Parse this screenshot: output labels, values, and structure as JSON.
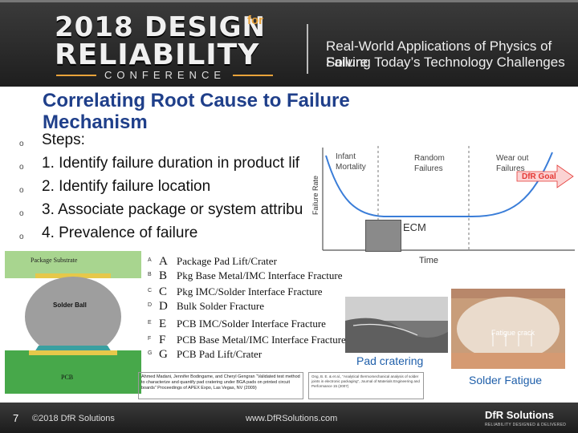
{
  "banner": {
    "year": "2018",
    "design": "DESIGN",
    "for": "for",
    "reliability": "RELIABILITY",
    "conference": "CONFERENCE",
    "tagline1": "Real-World Applications of Physics of Failure",
    "tagline2": "Solving Today’s Technology Challenges",
    "colors": {
      "accent": "#e8a23a",
      "banner_bg": "#2a2a2a"
    }
  },
  "title": "Correlating Root Cause to Failure Mechanism",
  "bullets": [
    {
      "marker": "o",
      "text": "Steps:"
    },
    {
      "marker": "o",
      "text": "1. Identify failure duration in product lif"
    },
    {
      "marker": "o",
      "text": "2. Identify failure location"
    },
    {
      "marker": "o",
      "text": "3. Associate package or system attribu"
    },
    {
      "marker": "o",
      "text": "4.  Prevalence of failure"
    }
  ],
  "bathtub": {
    "y_label": "Failure Rate",
    "x_label": "Time",
    "regions": [
      "Infant Mortality",
      "Random Failures",
      "Wear out Failures"
    ],
    "goal": "DfR Goal",
    "goal_color": "#e53935"
  },
  "ecm": {
    "label": "ECM"
  },
  "package": {
    "substrate_label": "Package Substrate",
    "ball_label": "Solder Ball",
    "pcb_label": "PCB",
    "rows": [
      {
        "small": "A",
        "letter": "A",
        "desc": "Package Pad Lift/Crater"
      },
      {
        "small": "B",
        "letter": "B",
        "desc": "Pkg Base Metal/IMC Interface Fracture"
      },
      {
        "small": "C",
        "letter": "C",
        "desc": "Pkg IMC/Solder Interface Fracture"
      },
      {
        "small": "D",
        "letter": "D",
        "desc": "Bulk Solder Fracture"
      },
      {
        "small": "E",
        "letter": "E",
        "desc": "PCB IMC/Solder Interface Fracture"
      },
      {
        "small": "F",
        "letter": "F",
        "desc": "PCB Base Metal/IMC Interface Fracture"
      },
      {
        "small": "G",
        "letter": "G",
        "desc": "PCB Pad Lift/Crater"
      }
    ]
  },
  "micrographs": {
    "pad_cratering": "Pad cratering",
    "fatigue_crack": "Fatigue crack",
    "solder_fatigue": "Solder Fatigue"
  },
  "references": {
    "ref1": "Ahmed Madani, Jennifer Bodingame, and Cheryl Gengran “Validated test method to characterize and quantify pad cratering under BGA pads on printed circuit boards” Proceedings of APEX Expo, Las Vegas, NV (2009)",
    "ref2": "Ong, B. E. & et al., “Analytical thermomechanical analysis of solder joints in electronic packaging”, Journal of Materials Engineering and Performance 15 (2007)"
  },
  "footer": {
    "slide_number": "7",
    "copyright": "©2018 DfR Solutions",
    "url": "www.DfRSolutions.com",
    "logo": "DfR Solutions",
    "logo_tag": "RELIABILITY DESIGNED & DELIVERED"
  }
}
